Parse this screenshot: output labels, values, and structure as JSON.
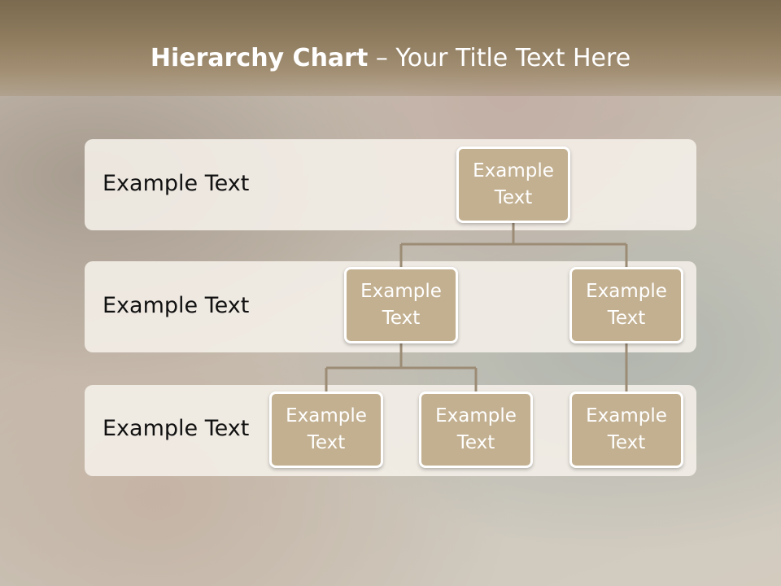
{
  "title": {
    "bold": "Hierarchy Chart",
    "rest": " – Your Title Text Here"
  },
  "bands": [
    {
      "label": "Example Text"
    },
    {
      "label": "Example Text"
    },
    {
      "label": "Example Text"
    }
  ],
  "nodes": {
    "root": "Example Text",
    "level2_left": "Example Text",
    "level2_right": "Example Text",
    "level3_a": "Example Text",
    "level3_b": "Example Text",
    "level3_c": "Example Text"
  },
  "colors": {
    "header": "#8f7c5f",
    "node_fill": "#c3b090",
    "connector": "#9c8c75",
    "band": "#f5f0e9"
  }
}
